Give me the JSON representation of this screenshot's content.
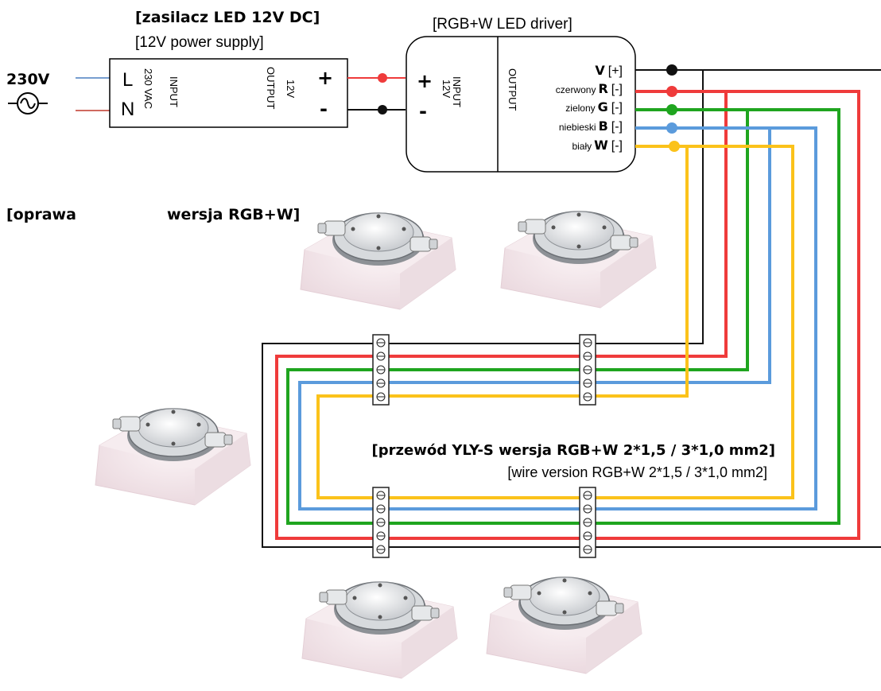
{
  "mains": {
    "voltage": "230V",
    "l": "L",
    "n": "N"
  },
  "psu": {
    "title_pl": "[zasilacz LED 12V DC]",
    "title_en": "[12V power supply]",
    "input_vac": "230 VAC",
    "input": "INPUT",
    "output_v": "12V",
    "output": "OUTPUT",
    "plus": "+",
    "minus": "-"
  },
  "driver": {
    "title": "[RGB+W LED driver]",
    "input": "INPUT",
    "input_v": "12V",
    "output": "OUTPUT",
    "plus": "+",
    "minus": "-",
    "channels": [
      {
        "name": "",
        "letter": "V",
        "sign": "[+]"
      },
      {
        "name": "czerwony",
        "letter": "R",
        "sign": "[-]"
      },
      {
        "name": "zielony",
        "letter": "G",
        "sign": "[-]"
      },
      {
        "name": "niebieski",
        "letter": "B",
        "sign": "[-]"
      },
      {
        "name": "biały",
        "letter": "W",
        "sign": "[-]"
      }
    ]
  },
  "fixture_label": {
    "part1": "[oprawa",
    "part2": "wersja RGB+W]"
  },
  "wire_label": {
    "pl": "[przewód YLY-S wersja RGB+W 2*1,5 / 3*1,0 mm2]",
    "en": "[wire version RGB+W 2*1,5 / 3*1,0 mm2]"
  },
  "colors": {
    "black": "#111111",
    "red": "#ef3b3b",
    "green": "#1fa51f",
    "blue": "#5b9bdc",
    "yellow": "#fbc21a",
    "mains_blue": "#4a7fc1",
    "mains_red": "#c0392b"
  }
}
